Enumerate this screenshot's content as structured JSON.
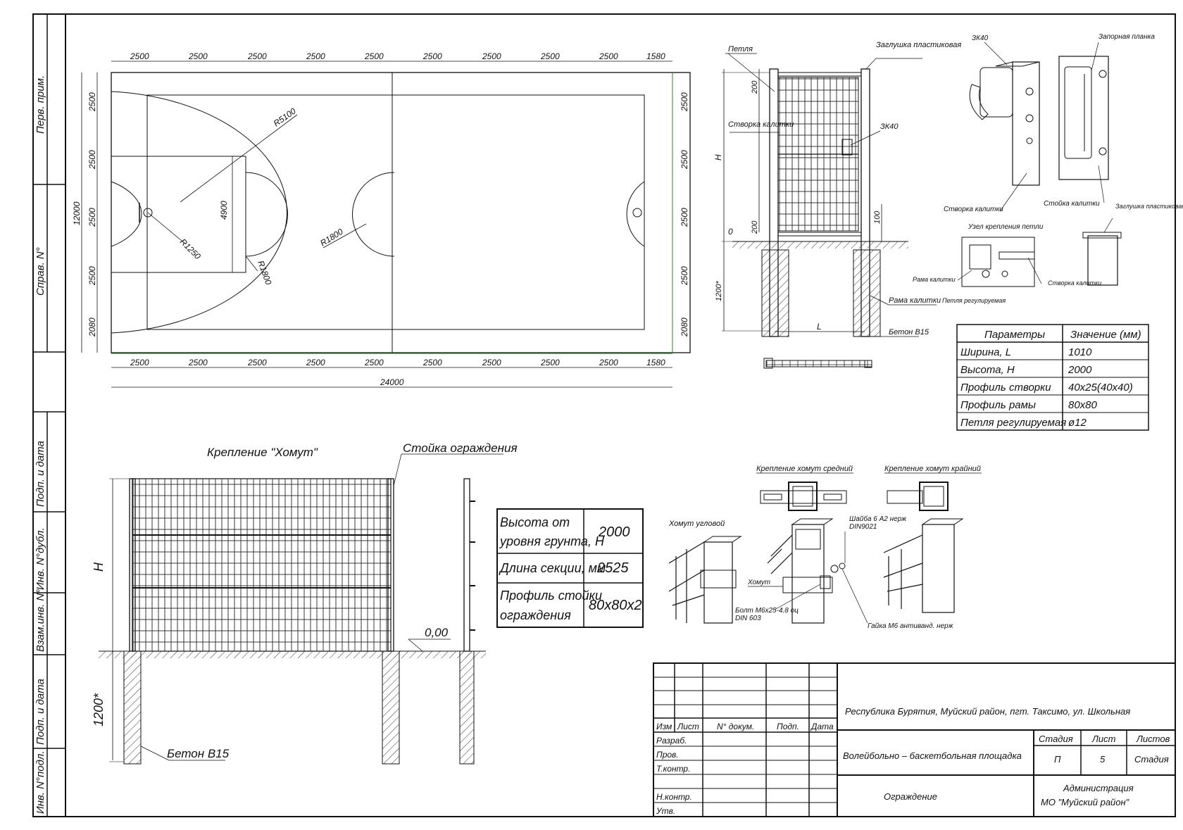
{
  "side_stamp": {
    "perv_prim": "Перв. прим.",
    "sprav": "Справ. N°",
    "podp_data": "Подп. и дата",
    "inv_dubl": "Инв. N°дубл.",
    "vzam_inv": "Взам.инв. N°",
    "podp_data2": "Подп. и дата",
    "inv_podl": "Инв. N°подл."
  },
  "court": {
    "top_dims": [
      "2500",
      "2500",
      "2500",
      "2500",
      "2500",
      "2500",
      "2500",
      "2500",
      "2500",
      "1580"
    ],
    "bottom_dims": [
      "2500",
      "2500",
      "2500",
      "2500",
      "2500",
      "2500",
      "2500",
      "2500",
      "2500",
      "1580"
    ],
    "total_length": "24000",
    "width": "12000",
    "left_dims": [
      "2500",
      "2500",
      "2500",
      "2500",
      "2080"
    ],
    "right_dims": [
      "2500",
      "2500",
      "2500",
      "2500",
      "2080"
    ],
    "r5100": "R5100",
    "r1250": "R1250",
    "r1800a": "R1800",
    "r1800b": "R1800",
    "d4900": "4900"
  },
  "gate": {
    "petlya": "Петля",
    "zaglushka": "Заглушка пластиковая",
    "stvorka": "Створка калитки",
    "zk40": "ЗК40",
    "h": "H",
    "d200a": "200",
    "d200b": "200",
    "d100": "100",
    "zero": "0",
    "d1200": "1200*",
    "l": "L",
    "rama": "Рама калитки",
    "beton": "Бетон B15"
  },
  "lock": {
    "zk40": "ЗК40",
    "zapornaya": "Запорная планка",
    "stvorka": "Створка калитки",
    "stoyka": "Стойка калитки",
    "uzel": "Узел крепления петли",
    "zaglushka": "Заглушка пластиковая",
    "rama": "Рама калитки",
    "petlya_reg": "Петля регулируемая",
    "stvorka2": "Створка калитки"
  },
  "params_table": {
    "header": [
      "Параметры",
      "Значение (мм)"
    ],
    "rows": [
      [
        "Ширина, L",
        "1010"
      ],
      [
        "Высота, H",
        "2000"
      ],
      [
        "Профиль створки",
        "40х25(40х40)"
      ],
      [
        "Профиль рамы",
        "80х80"
      ],
      [
        "Петля регулируемая",
        "ø12"
      ]
    ]
  },
  "fence": {
    "kreplenie_homut": "Крепление \"Хомут\"",
    "stoyka_ograzhdeniya": "Стойка ограждения",
    "h": "H",
    "d1200": "1200*",
    "level": "0,00",
    "beton": "Бетон B15"
  },
  "fence_table": {
    "rows": [
      [
        "Высота от уровня грунта, H",
        "2000"
      ],
      [
        "Длина секции, мм",
        "2525"
      ],
      [
        "Профиль стойки ограждения",
        "80х80х2"
      ]
    ]
  },
  "clamps": {
    "sredniy": "Крепление хомут средний",
    "krayniy": "Крепление хомут крайний",
    "uglovoy": "Хомут угловой",
    "shayba": "Шайба 6 A2 нерж DIN9021",
    "homut": "Хомут",
    "bolt": "Болт M6х25-4.8 оц DIN 603",
    "gayka": "Гайка M6 антиванд. нерж"
  },
  "title_block": {
    "address": "Республика Бурятия, Муйский район, пгт. Таксимо, ул. Школьная",
    "col_izm": "Изм",
    "col_list": "Лист",
    "col_dok": "N° докум.",
    "col_podp": "Подп.",
    "col_data": "Дата",
    "razrab": "Разраб.",
    "prov": "Пров.",
    "tkontr": "Т.контр.",
    "nkontr": "Н.контр.",
    "utv": "Утв.",
    "project": "Волейбольно – баскетбольная площадка",
    "sheet_title": "Ограждение",
    "stadiya_h": "Стадия",
    "list_h": "Лист",
    "listov_h": "Листов",
    "stadiya": "П",
    "list": "5",
    "listov": "Стадия",
    "org_line1": "Администрация",
    "org_line2": "МО \"Муйский район\""
  }
}
